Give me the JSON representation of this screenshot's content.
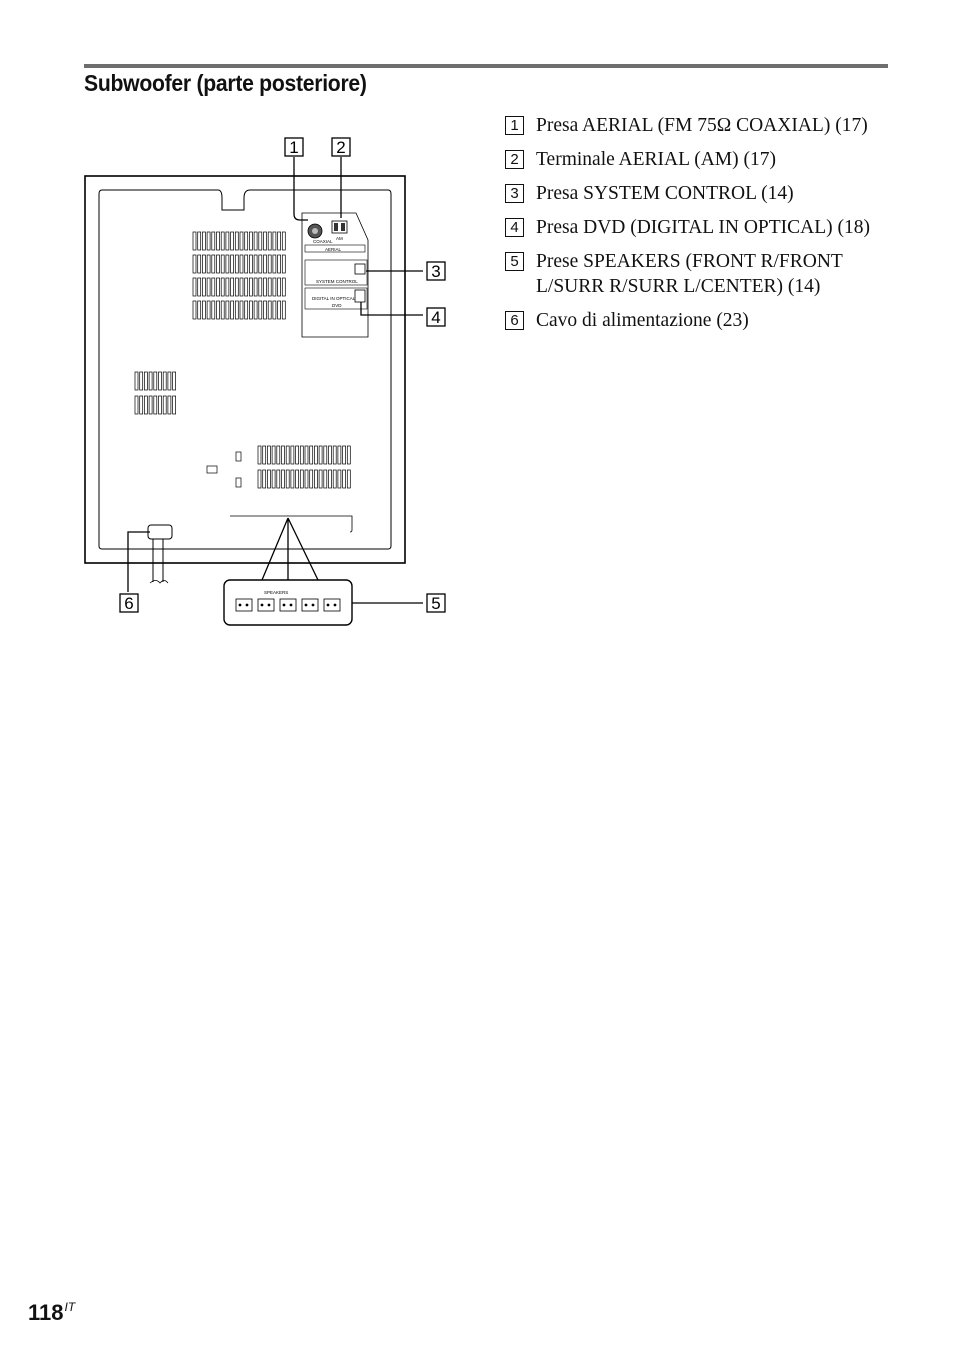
{
  "section_title": "Subwoofer (parte posteriore)",
  "items": [
    {
      "num": "1",
      "text": "Presa AERIAL (FM 75Ω COAXIAL) (17)"
    },
    {
      "num": "2",
      "text": "Terminale AERIAL (AM) (17)"
    },
    {
      "num": "3",
      "text": "Presa SYSTEM CONTROL (14)"
    },
    {
      "num": "4",
      "text": "Presa DVD (DIGITAL IN OPTICAL) (18)"
    },
    {
      "num": "5",
      "text": "Prese SPEAKERS (FRONT R/FRONT L/SURR R/SURR L/CENTER) (14)"
    },
    {
      "num": "6",
      "text": "Cavo di alimentazione (23)"
    }
  ],
  "diagram": {
    "callouts": [
      "1",
      "2",
      "3",
      "4",
      "5",
      "6"
    ],
    "panel_labels": {
      "coaxial": "COAXIAL",
      "aerial": "AERIAL",
      "system_control": "SYSTEM CONTROL",
      "digital_in": "DIGITAL IN OPTICAL",
      "dvd": "DVD",
      "speakers": "SPEAKERS",
      "am": "AM"
    }
  },
  "page": {
    "number": "118",
    "suffix": "IT"
  }
}
